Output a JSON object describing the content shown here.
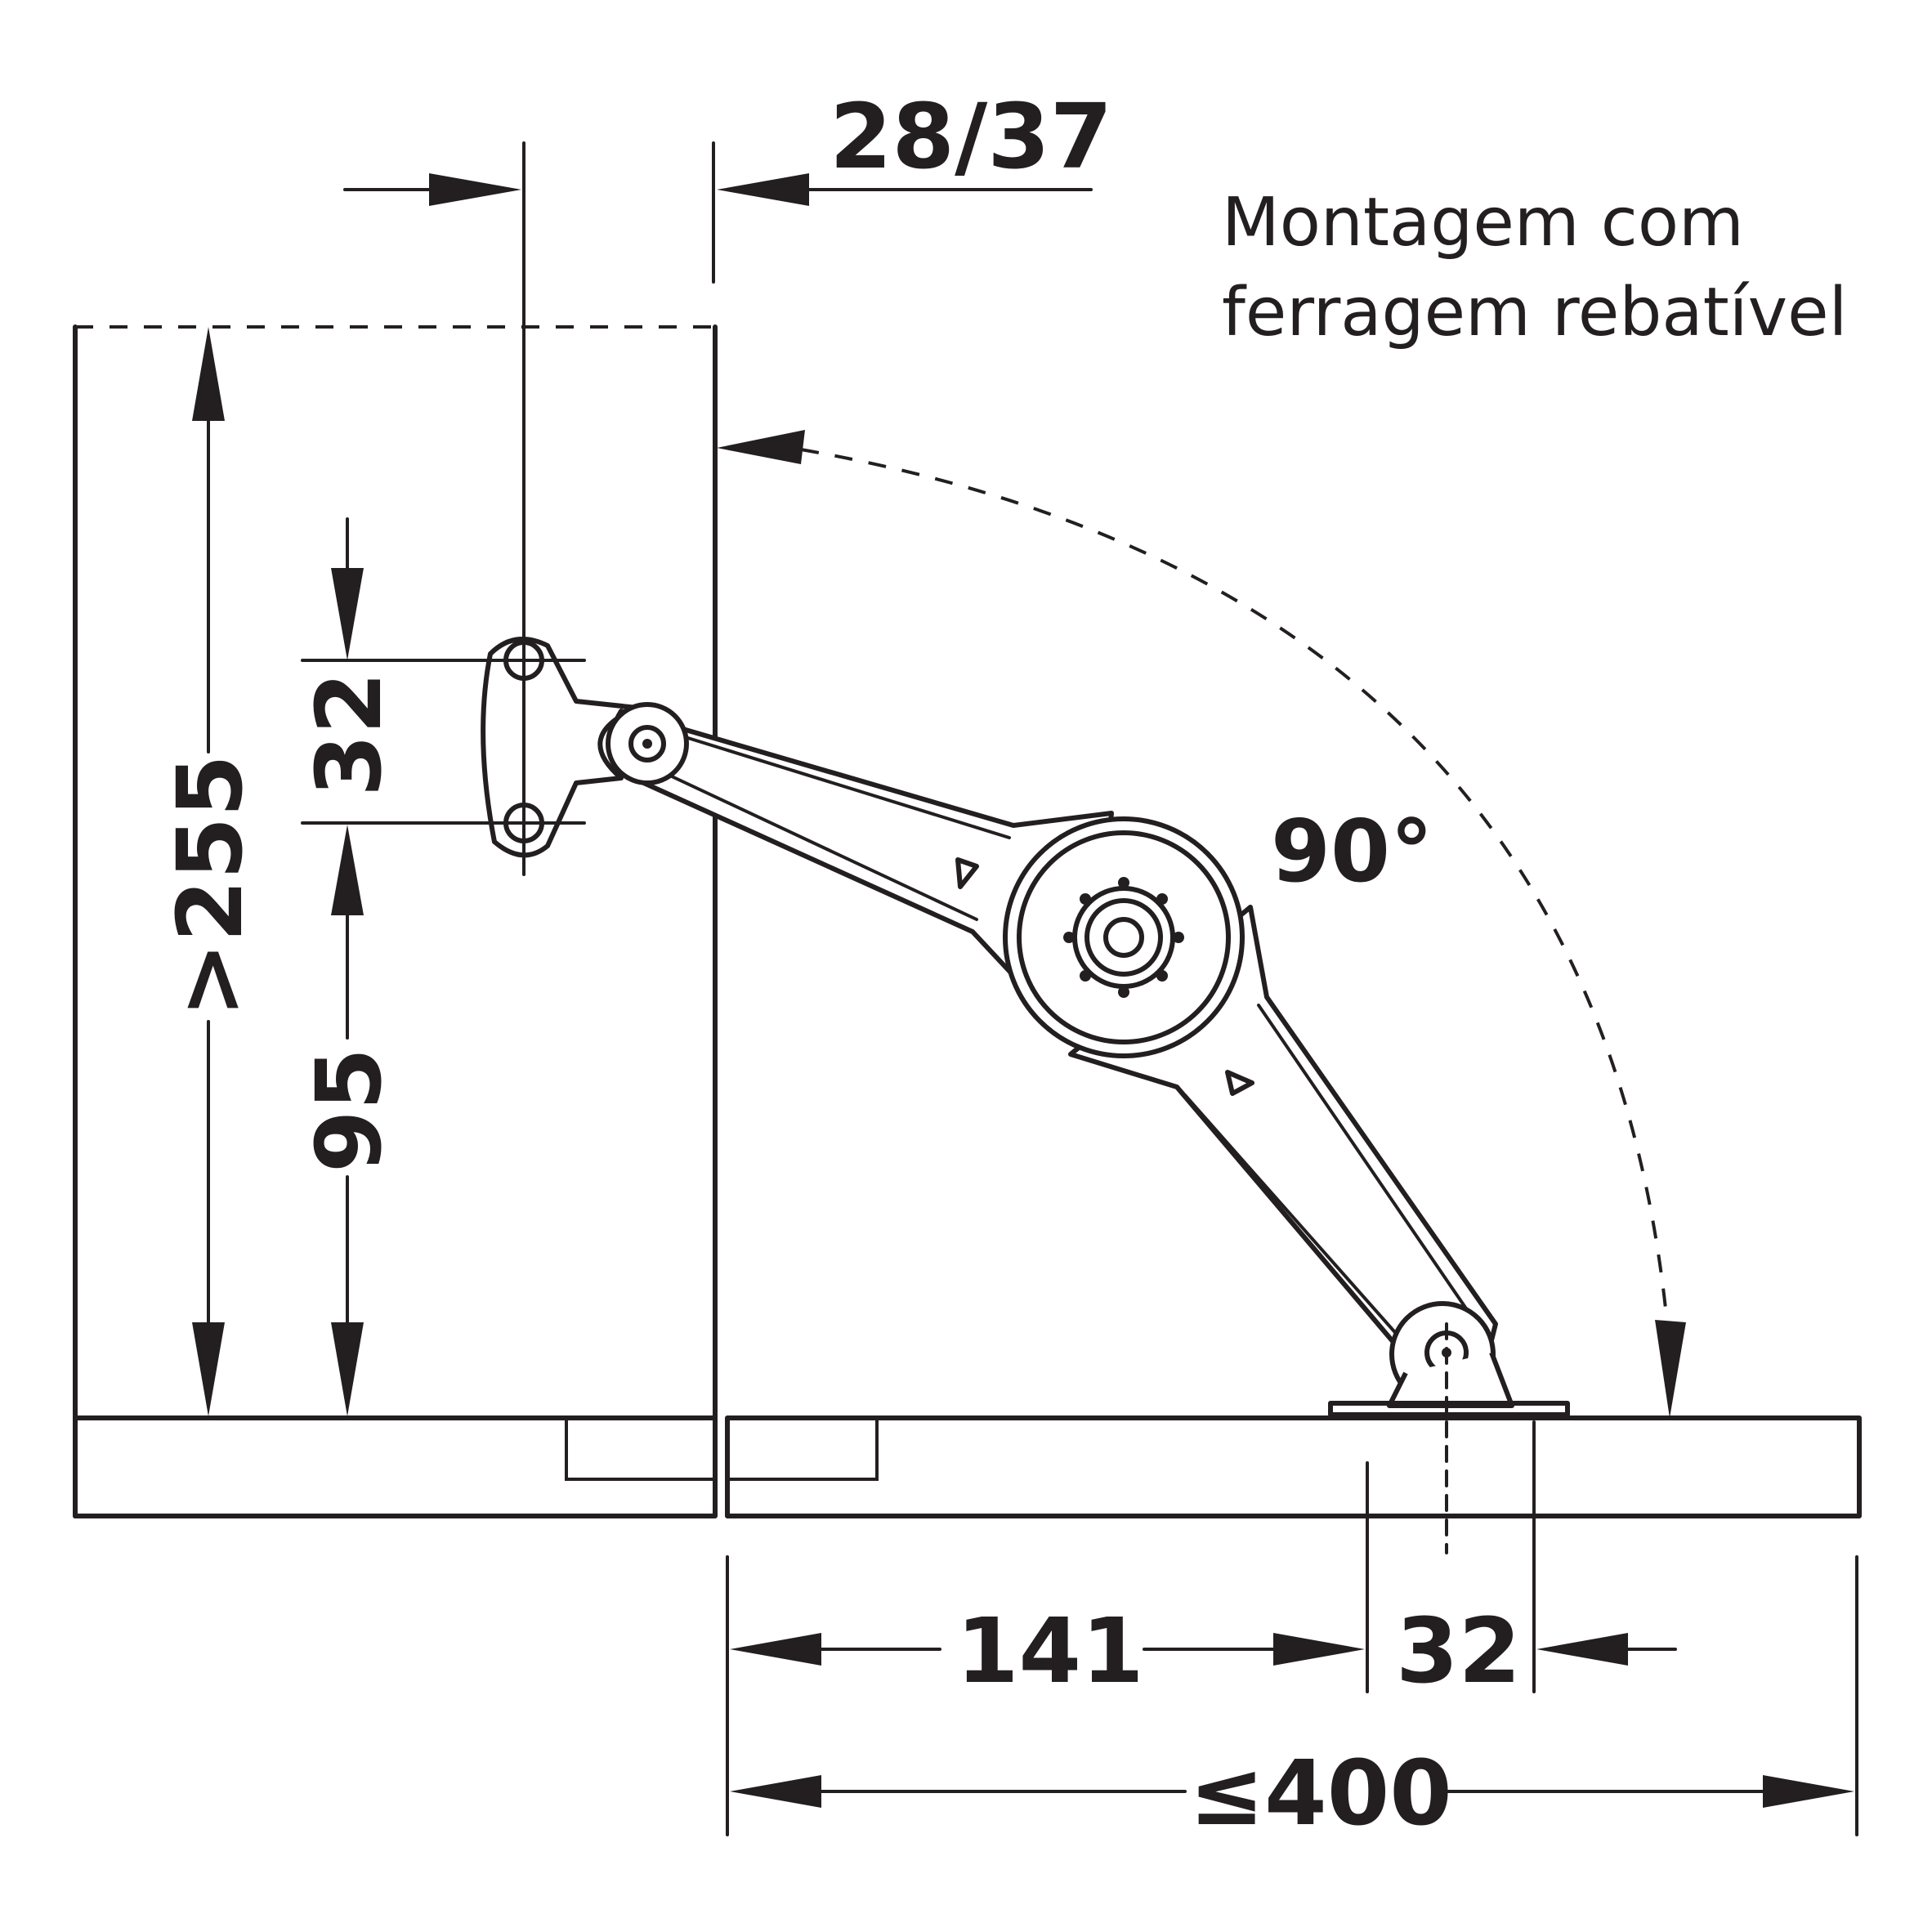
{
  "note": {
    "line1": "Montagem com",
    "line2": "ferragem rebatível"
  },
  "dimensions": {
    "offset": "28/37",
    "height_min": ">255",
    "hole_spacing_vertical": "32",
    "hole_height": "95",
    "angle": "90°",
    "distance_to_mount": "141",
    "hole_spacing_horizontal": "32",
    "depth_max": "≤400"
  },
  "colors": {
    "ink": "#231f20",
    "background": "#ffffff"
  }
}
